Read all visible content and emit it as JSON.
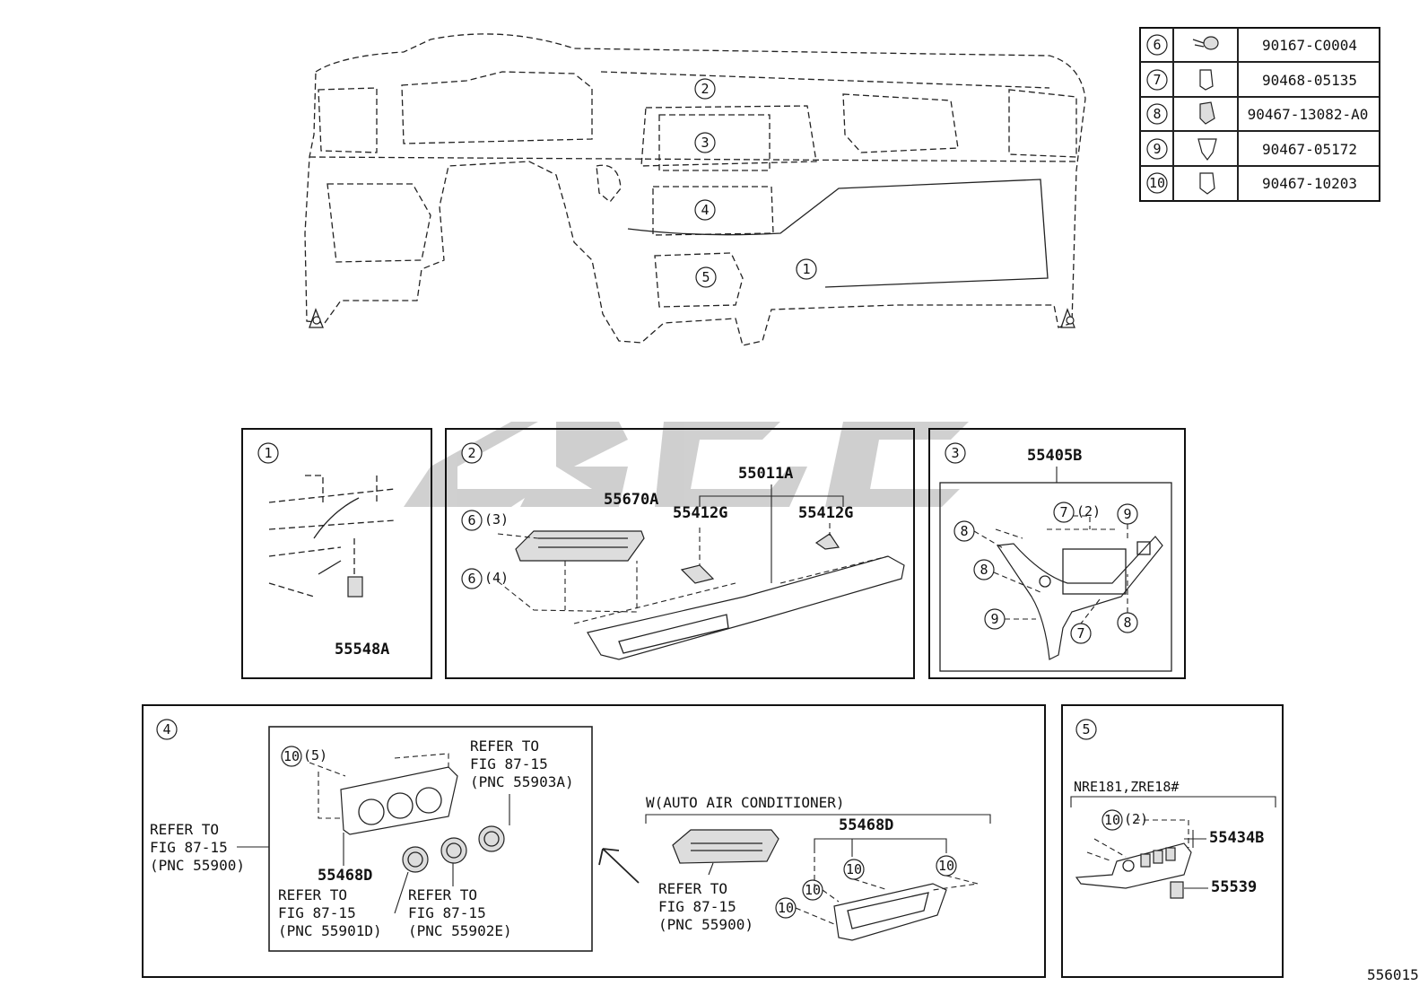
{
  "parts_table": {
    "rows": [
      {
        "ref": "6",
        "icon": "bolt-icon",
        "part_no": "90167-C0004"
      },
      {
        "ref": "7",
        "icon": "clip-icon",
        "part_no": "90468-05135"
      },
      {
        "ref": "8",
        "icon": "clip-icon",
        "part_no": "90467-13082-A0"
      },
      {
        "ref": "9",
        "icon": "clip-icon",
        "part_no": "90467-05172"
      },
      {
        "ref": "10",
        "icon": "clip-icon",
        "part_no": "90467-10203"
      }
    ]
  },
  "overview": {
    "callouts": [
      "1",
      "2",
      "3",
      "4",
      "5"
    ]
  },
  "panel1": {
    "id": "1",
    "parts": [
      "55548A"
    ]
  },
  "panel2": {
    "id": "2",
    "parts": [
      "55011A",
      "55670A",
      "55412G",
      "55412G"
    ],
    "qty_6a": "(3)",
    "qty_6b": "(4)",
    "ref_6": "6"
  },
  "panel3": {
    "id": "3",
    "parts": [
      "55405B"
    ],
    "qty_7": "(2)",
    "refs": [
      "8",
      "7",
      "9",
      "8",
      "9",
      "7",
      "8"
    ]
  },
  "panel4": {
    "id": "4",
    "refer_main": [
      "REFER TO",
      "FIG 87-15",
      "(PNC 55900)"
    ],
    "refer_903a": [
      "REFER TO",
      "FIG 87-15",
      "(PNC 55903A)"
    ],
    "refer_901d": [
      "REFER TO",
      "FIG 87-15",
      "(PNC 55901D)"
    ],
    "refer_902e": [
      "REFER TO",
      "FIG 87-15",
      "(PNC 55902E)"
    ],
    "refer_auto": [
      "REFER TO",
      "FIG 87-15",
      "(PNC 55900)"
    ],
    "part_left": "55468D",
    "part_right": "55468D",
    "qty_10": "(5)",
    "auto_label": "W(AUTO AIR CONDITIONER)",
    "ref_10": "10"
  },
  "panel5": {
    "id": "5",
    "variant": "NRE181,ZRE18#",
    "parts": [
      "55434B",
      "55539"
    ],
    "qty_10": "(2)",
    "ref_10": "10"
  },
  "figure_number": "556015"
}
